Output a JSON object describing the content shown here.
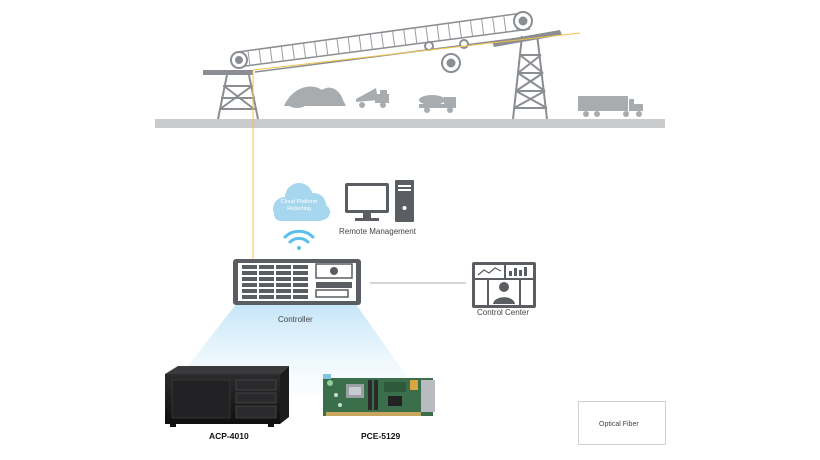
{
  "labels": {
    "cloud_platform": "Cloud Platform Reporting",
    "remote_management": "Remote Management",
    "controller": "Controller",
    "control_center": "Control Center",
    "acp": "ACP-4010",
    "pce": "PCE-5129"
  },
  "legend": {
    "optical_fiber": "Optical Fiber"
  },
  "colors": {
    "ground": "#c9cbcd",
    "structure": "#8a8e92",
    "fiber": "#f2c14e",
    "cloud": "#a7d6ef",
    "wifi": "#5bc0eb",
    "beam": "#cfe9f8",
    "device_dark": "#4a4a4c"
  },
  "icons": {
    "cloud": "cloud-icon",
    "wifi": "wifi-icon",
    "monitor": "monitor-icon",
    "tower_pc": "tower-pc-icon",
    "dashboard": "dashboard-icon"
  }
}
